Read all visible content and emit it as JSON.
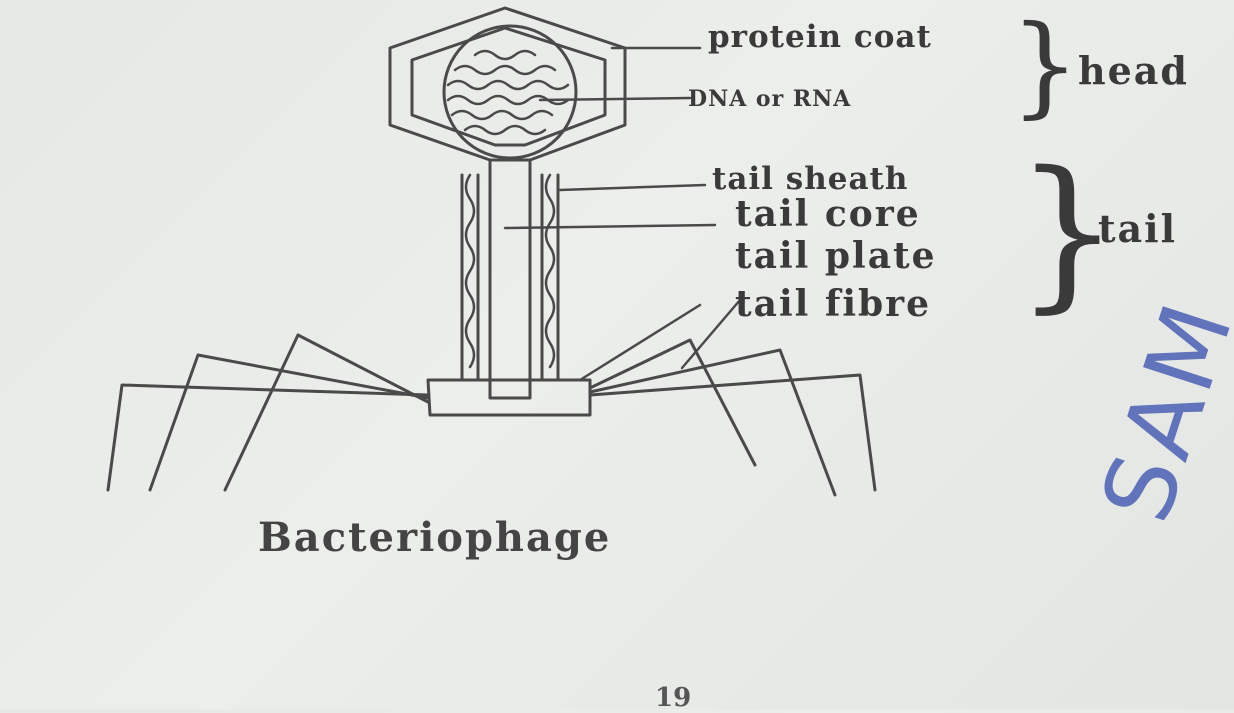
{
  "labels": {
    "protein_coat": "protein coat",
    "dna_or_rna": "DNA or RNA",
    "tail_sheath": "tail sheath",
    "tail_core": "tail core",
    "tail_plate": "tail plate",
    "tail_fibre": "tail fibre"
  },
  "groups": {
    "head": "head",
    "tail": "tail"
  },
  "caption": "Bacteriophage",
  "page_number": "19",
  "stamp": "SAM",
  "colors": {
    "ink": "#3a3a3a",
    "paper": "#e8eae7",
    "stamp": "#4a5fb3"
  }
}
